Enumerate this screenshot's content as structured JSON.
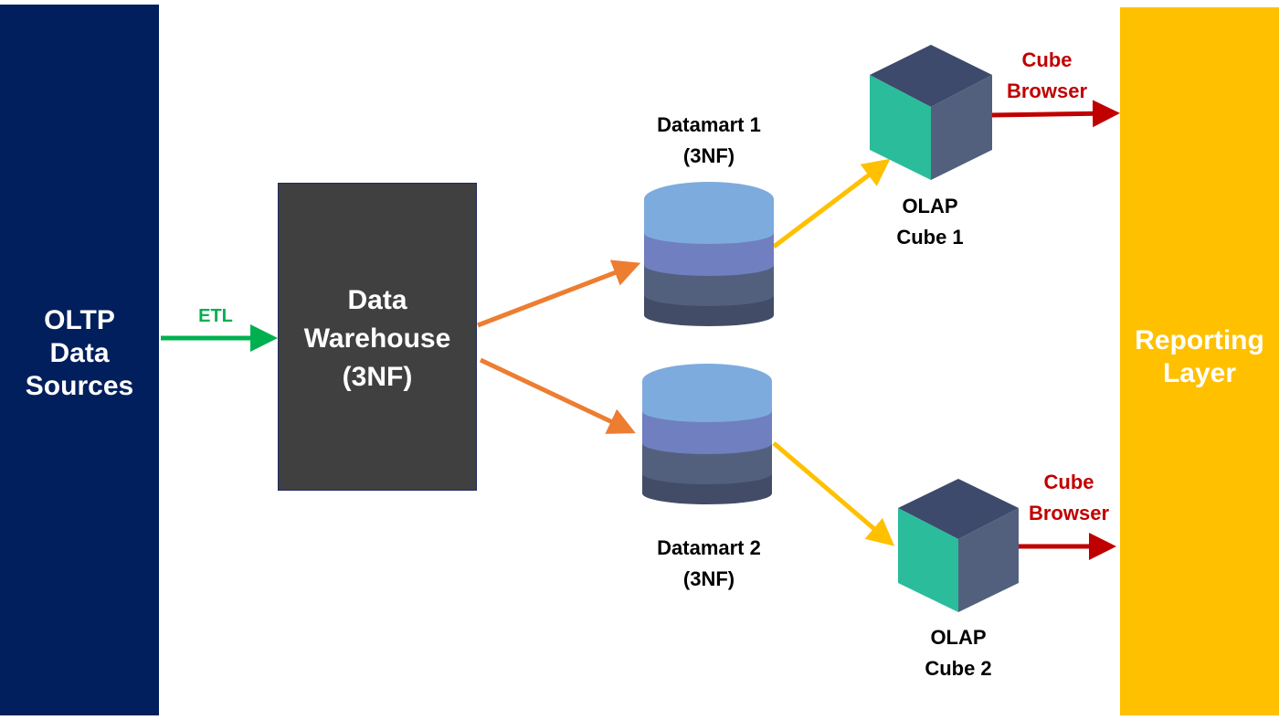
{
  "colors": {
    "oltp_panel": "#001f5c",
    "reporting_panel": "#ffc000",
    "warehouse_box": "#404040",
    "etl_arrow": "#00b050",
    "warehouse_arrows": "#ed7d31",
    "datamart_arrows": "#ffc000",
    "browser_arrows": "#c00000",
    "cube_front": "#2bbc9b",
    "cube_side": "#52607d",
    "cube_top": "#3d4a6b",
    "db_top": "#7dabdd",
    "db_band1": "#6f7fbf",
    "db_band2": "#52607d",
    "db_band3": "#424c66"
  },
  "oltp": {
    "lines": [
      "OLTP",
      "Data",
      "Sources"
    ]
  },
  "reporting": {
    "lines": [
      "Reporting",
      "Layer"
    ]
  },
  "warehouse": {
    "lines": [
      "Data",
      "Warehouse",
      "(3NF)"
    ]
  },
  "etl": {
    "label": "ETL"
  },
  "datamarts": [
    {
      "lines": [
        "Datamart 1",
        "(3NF)"
      ],
      "icon": "database-icon"
    },
    {
      "lines": [
        "Datamart 2",
        "(3NF)"
      ],
      "icon": "database-icon"
    }
  ],
  "cubes": [
    {
      "lines": [
        "OLAP",
        "Cube 1"
      ],
      "icon": "cube-icon"
    },
    {
      "lines": [
        "OLAP",
        "Cube 2"
      ],
      "icon": "cube-icon"
    }
  ],
  "cube_browsers": [
    {
      "lines": [
        "Cube",
        "Browser"
      ]
    },
    {
      "lines": [
        "Cube",
        "Browser"
      ]
    }
  ]
}
